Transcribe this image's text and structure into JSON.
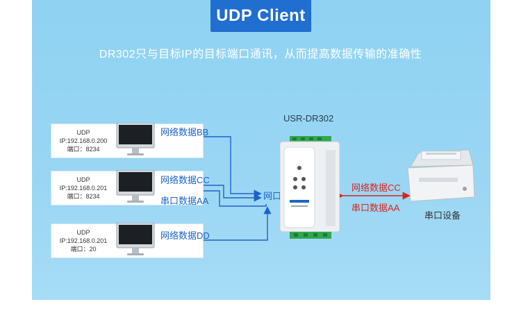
{
  "title": "UDP Client",
  "subtitle": "DR302只与目标IP的目标端口通讯，从而提高数据传输的准确性",
  "device_label": "USR-DR302",
  "network_port_label": "网口",
  "serial_device_label": "串口设备",
  "hosts": [
    {
      "proto": "UDP",
      "ip": "IP:192.168.0.200",
      "port": "端口：8234",
      "data_label": "网络数据BB"
    },
    {
      "proto": "UDP",
      "ip": "IP:192.168.0.201",
      "port": "端口：8234",
      "data_label": "网络数据CC",
      "return_label": "串口数据AA"
    },
    {
      "proto": "UDP",
      "ip": "IP:192.168.0.201",
      "port": "端口：20",
      "data_label": "网络数据DD"
    }
  ],
  "serial_flow": {
    "to_serial": "网络数据CC",
    "from_serial": "串口数据AA"
  },
  "colors": {
    "blue": "#1b63c8",
    "red": "#d9251d",
    "title_bg": "#1f6ed0"
  }
}
